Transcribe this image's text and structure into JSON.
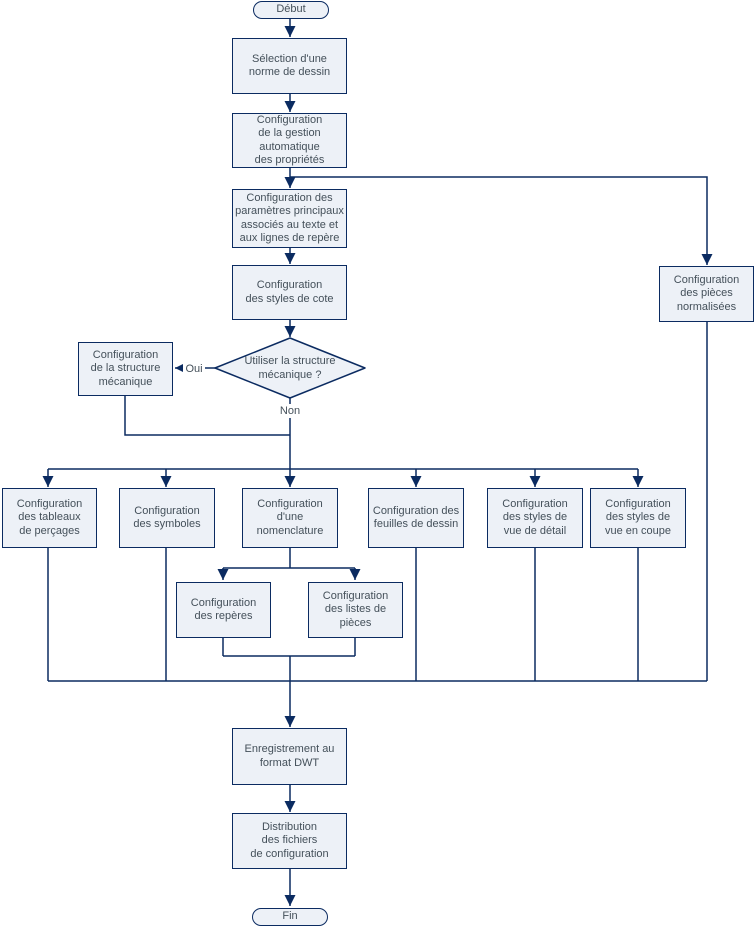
{
  "colors": {
    "line": "#0b2b61",
    "node_border": "#0b2b61",
    "node_fill": "#edf1f7",
    "text": "#44505a",
    "background": "#ffffff"
  },
  "nodes": {
    "debut": {
      "label": "Début"
    },
    "selection_norme": {
      "label": "Sélection d'une\nnorme de dessin"
    },
    "gestion_auto": {
      "label": "Configuration\nde la gestion\nautomatique\ndes propriétés"
    },
    "parametres_texte": {
      "label": "Configuration des\nparamètres principaux\nassociés au texte et\naux lignes de repère"
    },
    "styles_cote": {
      "label": "Configuration\ndes styles de cote"
    },
    "pieces_normalisees": {
      "label": "Configuration\ndes pièces\nnormalisées"
    },
    "decision_structure": {
      "label": "Utiliser la structure\nmécanique ?"
    },
    "structure_mecanique": {
      "label": "Configuration\nde la structure\nmécanique"
    },
    "tableaux_percages": {
      "label": "Configuration\ndes tableaux\nde perçages"
    },
    "symboles": {
      "label": "Configuration\ndes symboles"
    },
    "nomenclature": {
      "label": "Configuration\nd'une\nnomenclature"
    },
    "feuilles_dessin": {
      "label": "Configuration des\nfeuilles de dessin"
    },
    "vue_detail": {
      "label": "Configuration\ndes styles de\nvue de détail"
    },
    "vue_coupe": {
      "label": "Configuration\ndes styles de\nvue en coupe"
    },
    "reperes": {
      "label": "Configuration\ndes repères"
    },
    "listes_pieces": {
      "label": "Configuration\ndes listes de\npièces"
    },
    "enregistrement": {
      "label": "Enregistrement au\nformat DWT"
    },
    "distribution": {
      "label": "Distribution\ndes fichiers\nde configuration"
    },
    "fin": {
      "label": "Fin"
    }
  },
  "edge_labels": {
    "oui": "Oui",
    "non": "Non"
  }
}
